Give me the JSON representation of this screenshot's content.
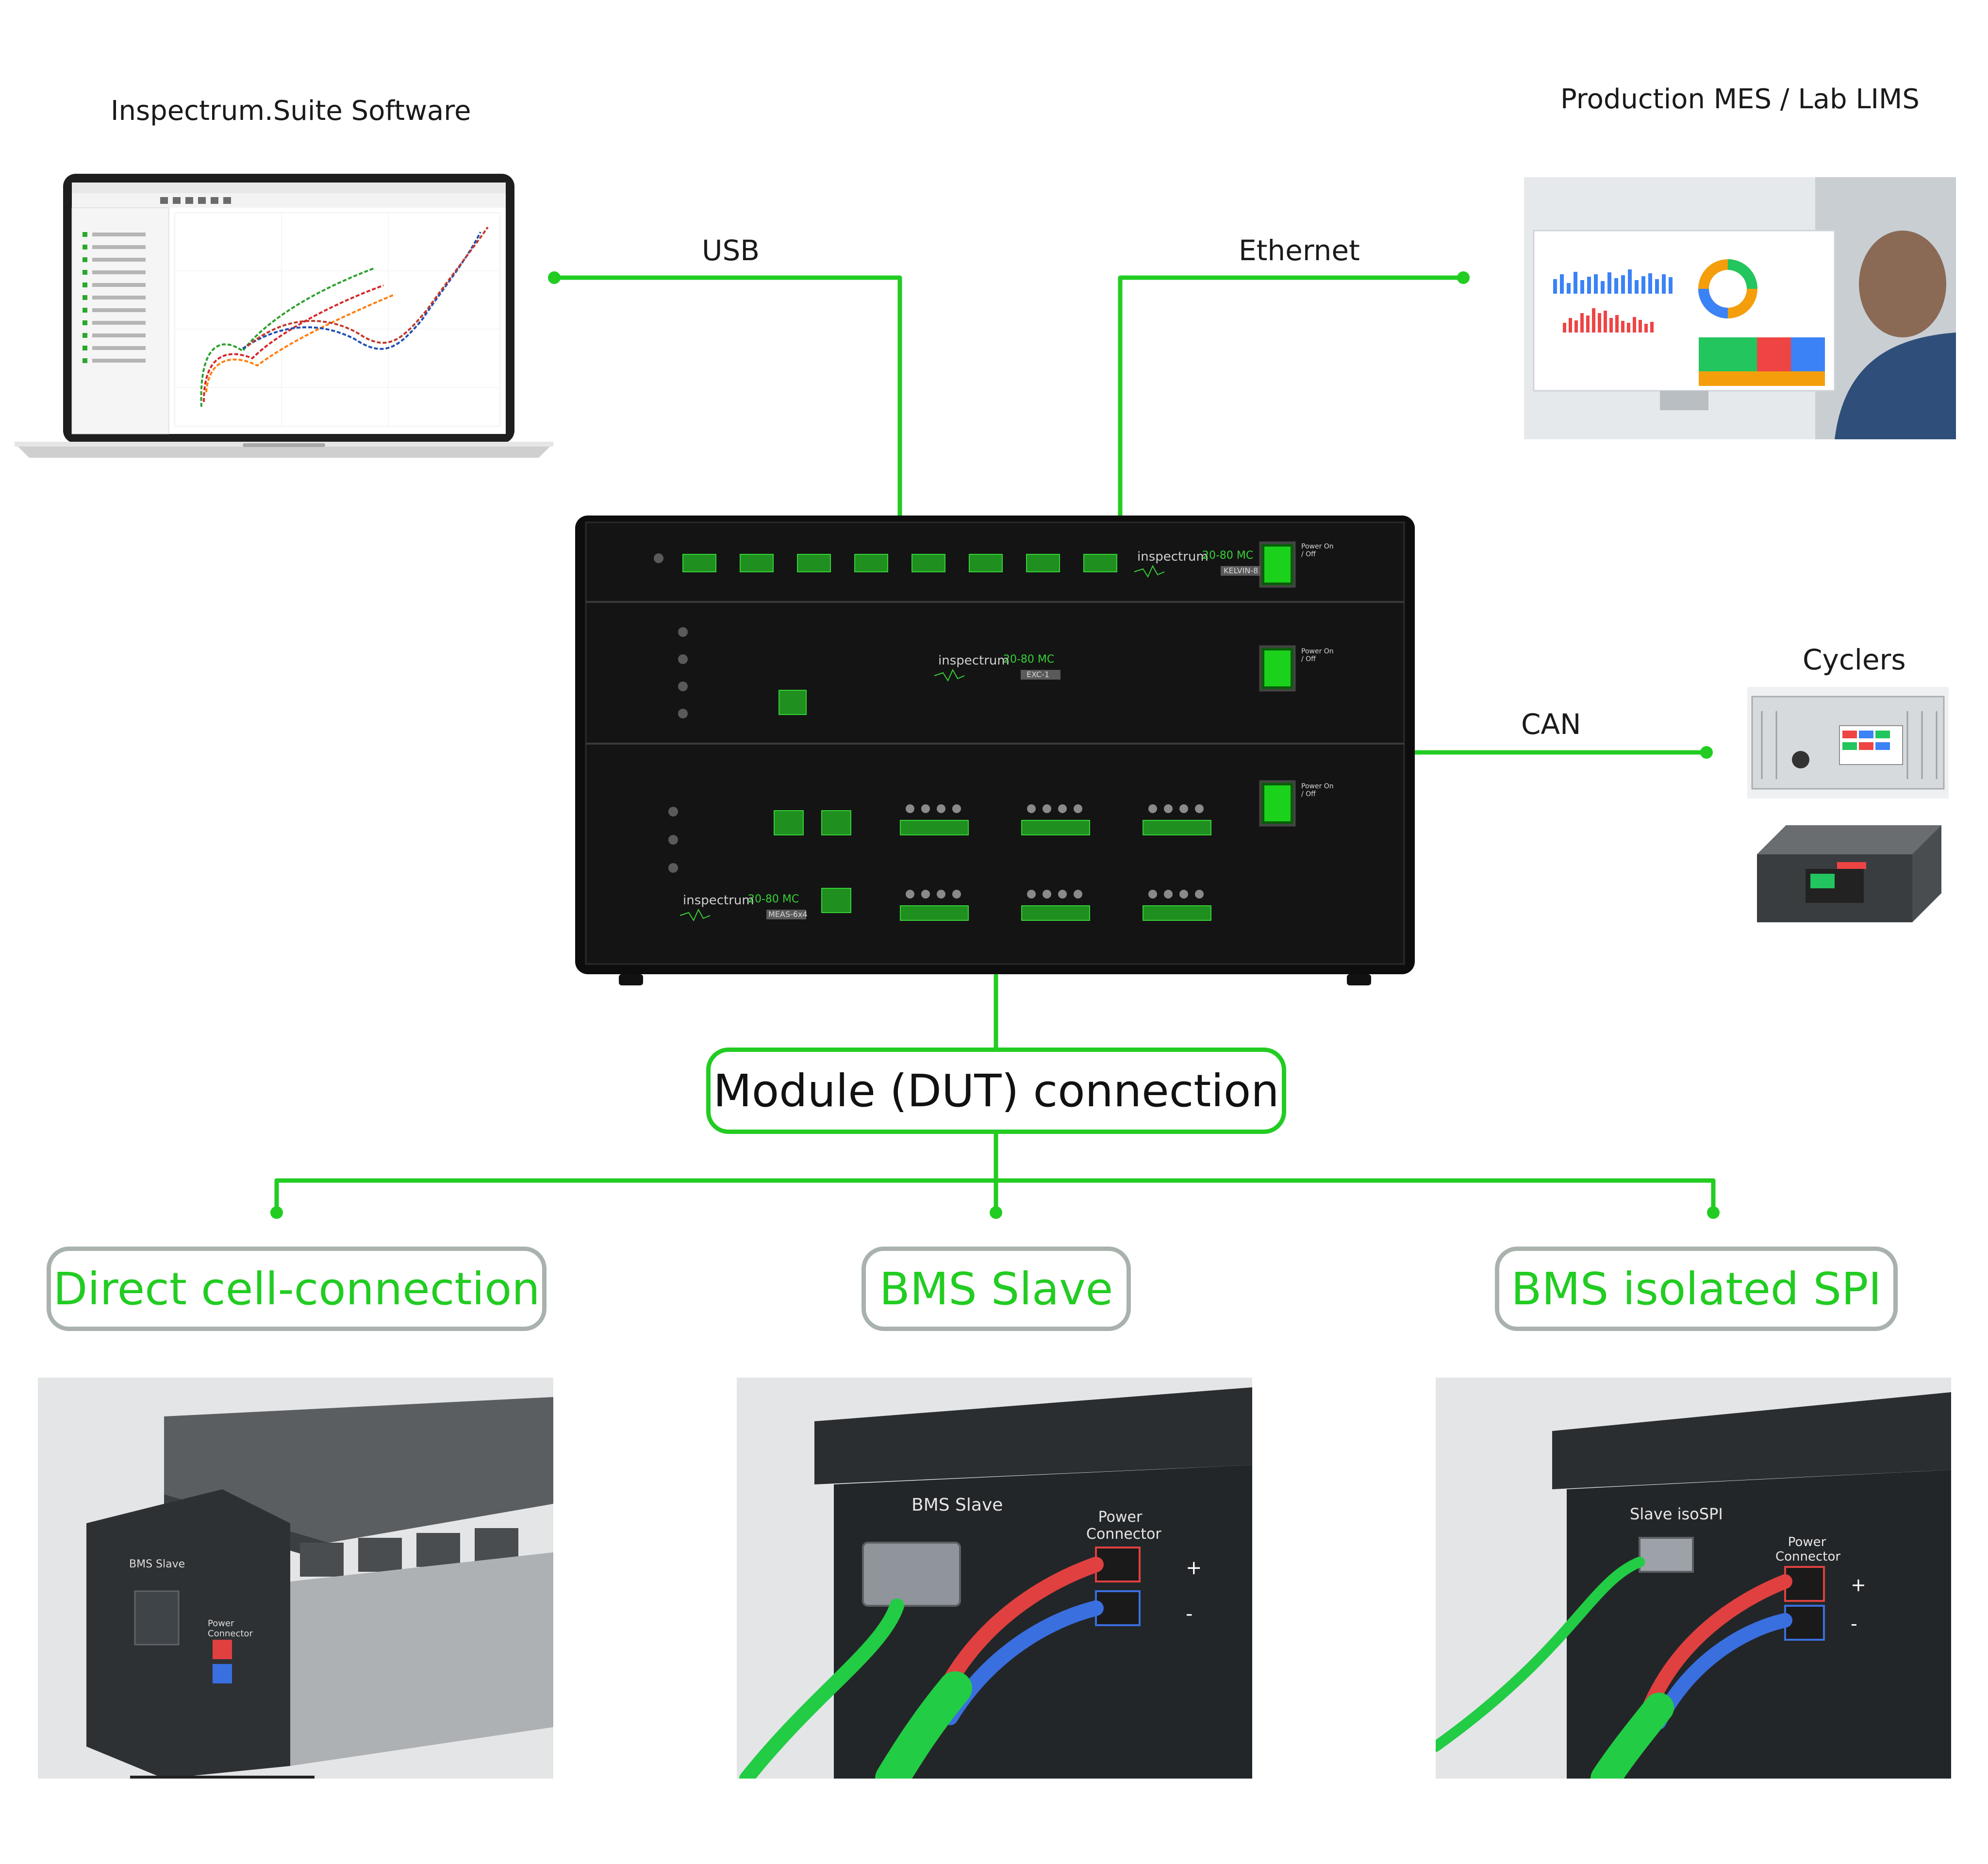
{
  "labels": {
    "software": "Inspectrum.Suite Software",
    "mes": "Production MES / Lab LIMS",
    "usb": "USB",
    "ethernet": "Ethernet",
    "cyclers": "Cyclers",
    "can": "CAN"
  },
  "boxes": {
    "module": "Module (DUT) connection",
    "direct": "Direct cell-connection",
    "bms_slave": "BMS Slave",
    "bms_spi": "BMS isolated SPI"
  },
  "device": {
    "brand": "inspectrum",
    "model": "20-80 MC",
    "modules": [
      "KELVIN-8",
      "EXC-1",
      "MEAS-6x4"
    ],
    "power_label": "Power On / Off"
  },
  "photos": {
    "bms_slave_label": "BMS Slave",
    "power_connector_label": "Power Connector",
    "slave_isospi_label": "Slave isoSPI"
  },
  "colors": {
    "accent": "#22cc22",
    "box_border": "#a9b2ac",
    "device_body": "#111111"
  }
}
